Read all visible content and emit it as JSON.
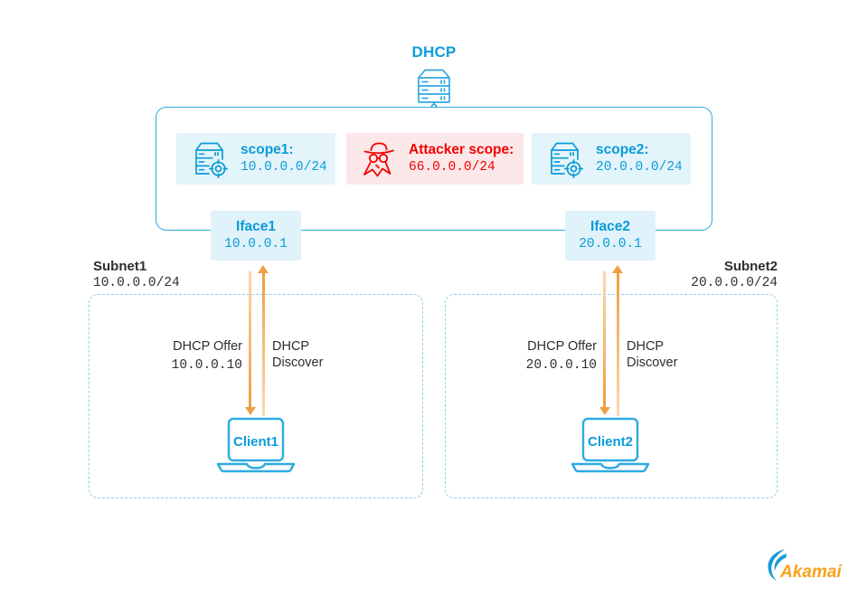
{
  "diagram": {
    "title": "DHCP",
    "scopes": [
      {
        "label": "scope1:",
        "cidr": "10.0.0.0/24",
        "icon": "server-scope-icon"
      },
      {
        "label": "Attacker scope:",
        "cidr": "66.0.0.0/24",
        "icon": "attacker-spy-icon"
      },
      {
        "label": "scope2:",
        "cidr": "20.0.0.0/24",
        "icon": "server-scope-icon"
      }
    ],
    "interfaces": [
      {
        "name": "Iface1",
        "ip": "10.0.0.1"
      },
      {
        "name": "Iface2",
        "ip": "20.0.0.1"
      }
    ],
    "subnets": [
      {
        "name": "Subnet1",
        "cidr": "10.0.0.0/24",
        "offer": "DHCP Offer",
        "offer_ip": "10.0.0.10",
        "discover_line1": "DHCP",
        "discover_line2": "Discover",
        "client": "Client1"
      },
      {
        "name": "Subnet2",
        "cidr": "20.0.0.0/24",
        "offer": "DHCP Offer",
        "offer_ip": "20.0.0.10",
        "discover_line1": "DHCP",
        "discover_line2": "Discover",
        "client": "Client2"
      }
    ],
    "logo": {
      "text": "Akamai"
    },
    "colors": {
      "blue_text": "#0A9CD8",
      "blue_border": "#2FA9E1",
      "light_blue_bg": "#E4F4FB",
      "iface_bg": "#E0F2FA",
      "dashed_blue": "#8FD1EF",
      "red": "#F40000",
      "pink_bg": "#FCE8E9",
      "orange": "#F09E42",
      "dark_text": "#2E2E2E",
      "logo_orange": "#F9A11E"
    }
  }
}
